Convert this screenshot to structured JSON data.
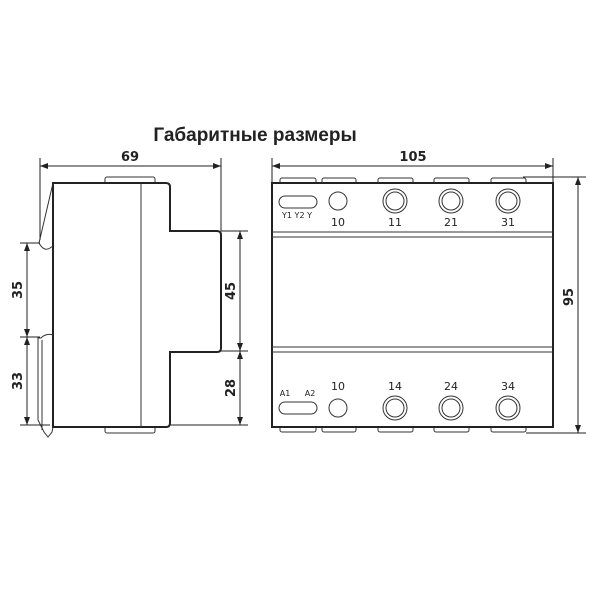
{
  "title": "Габаритные размеры",
  "side_view": {
    "dims": {
      "width": "69",
      "rail_upper": "35",
      "rail_lower": "33",
      "front_height": "45",
      "bottom_offset": "28"
    }
  },
  "front_view": {
    "dims": {
      "width": "105",
      "height": "95"
    },
    "top_aux_label": "Y1 Y2 Y",
    "top_terminals": [
      "10",
      "11",
      "21",
      "31"
    ],
    "bottom_coil_labels": [
      "A1",
      "A2"
    ],
    "bottom_terminals": [
      "10",
      "14",
      "24",
      "34"
    ]
  }
}
